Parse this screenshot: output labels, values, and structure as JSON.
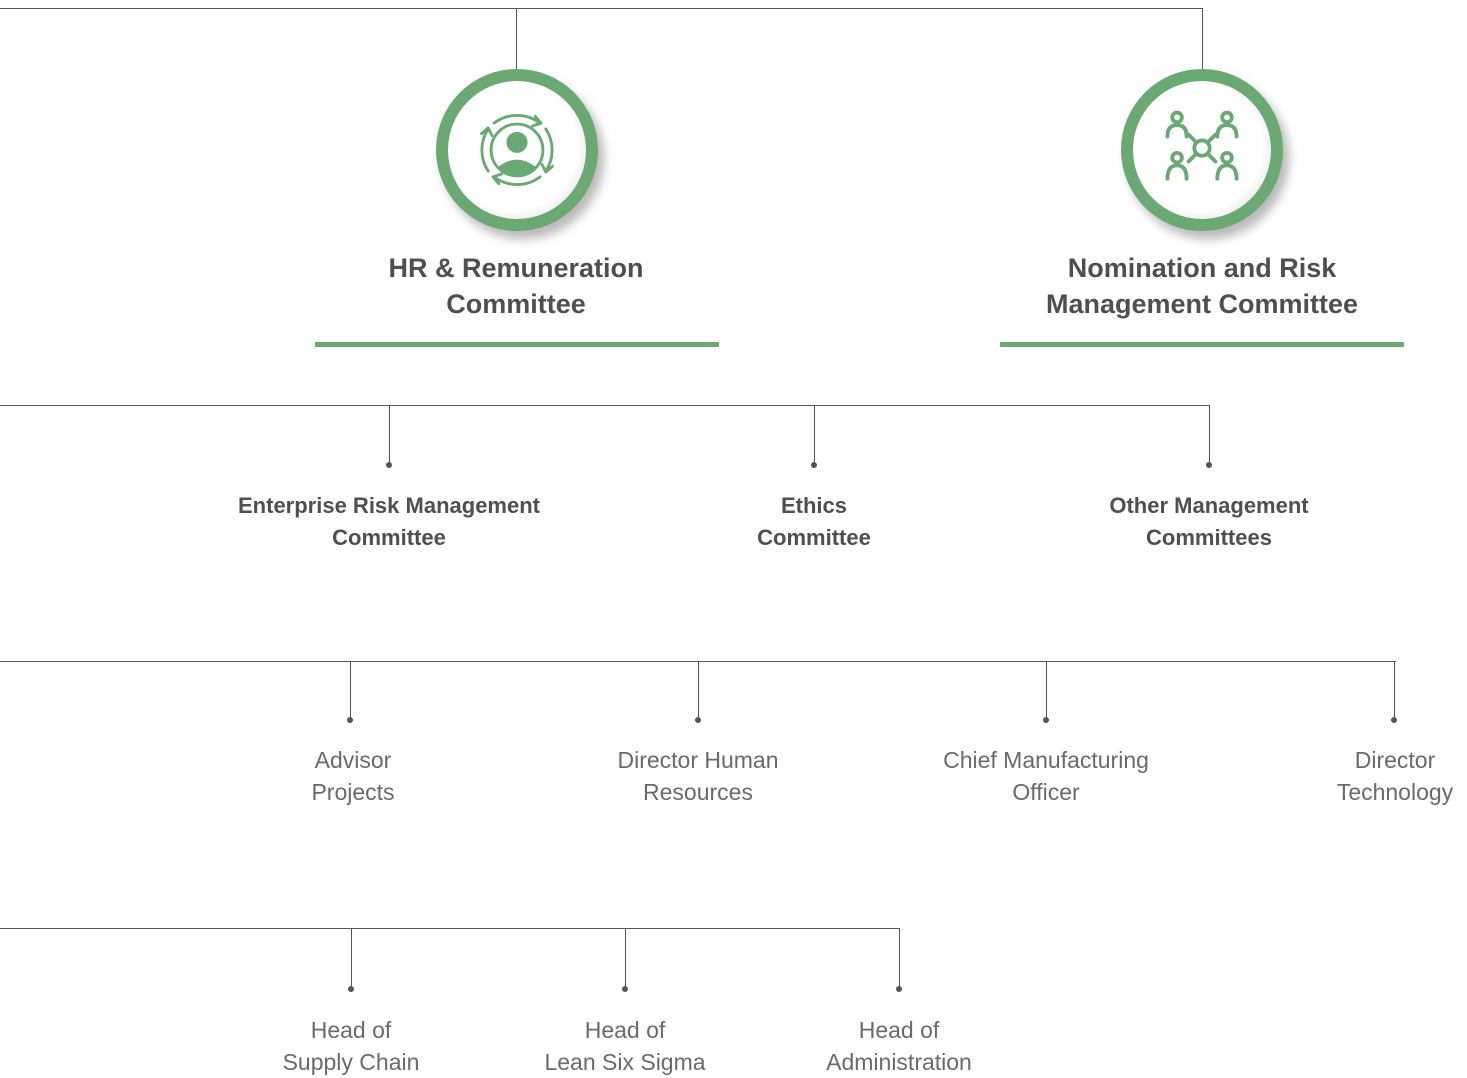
{
  "committees": [
    {
      "title_line1": "HR & Remuneration",
      "title_line2": "Committee",
      "icon": "person-cycle-icon"
    },
    {
      "title_line1": "Nomination and Risk",
      "title_line2": "Management Committee",
      "icon": "people-network-icon"
    }
  ],
  "management_committees": [
    {
      "line1": "Enterprise Risk Management",
      "line2": "Committee"
    },
    {
      "line1": "Ethics",
      "line2": "Committee"
    },
    {
      "line1": "Other Management",
      "line2": "Committees"
    }
  ],
  "directors": [
    {
      "line1": "Advisor",
      "line2": "Projects"
    },
    {
      "line1": "Director Human",
      "line2": "Resources"
    },
    {
      "line1": "Chief Manufacturing",
      "line2": "Officer"
    },
    {
      "line1": "Director",
      "line2": "Technology"
    }
  ],
  "heads": [
    {
      "line1": "Head of",
      "line2": "Supply Chain"
    },
    {
      "line1": "Head of",
      "line2": "Lean Six Sigma"
    },
    {
      "line1": "Head of",
      "line2": "Administration"
    }
  ],
  "colors": {
    "accent_green": "#6aa874",
    "line_gray": "#555555",
    "title_text": "#4f4f4f",
    "role_text": "#6a6a6a"
  }
}
